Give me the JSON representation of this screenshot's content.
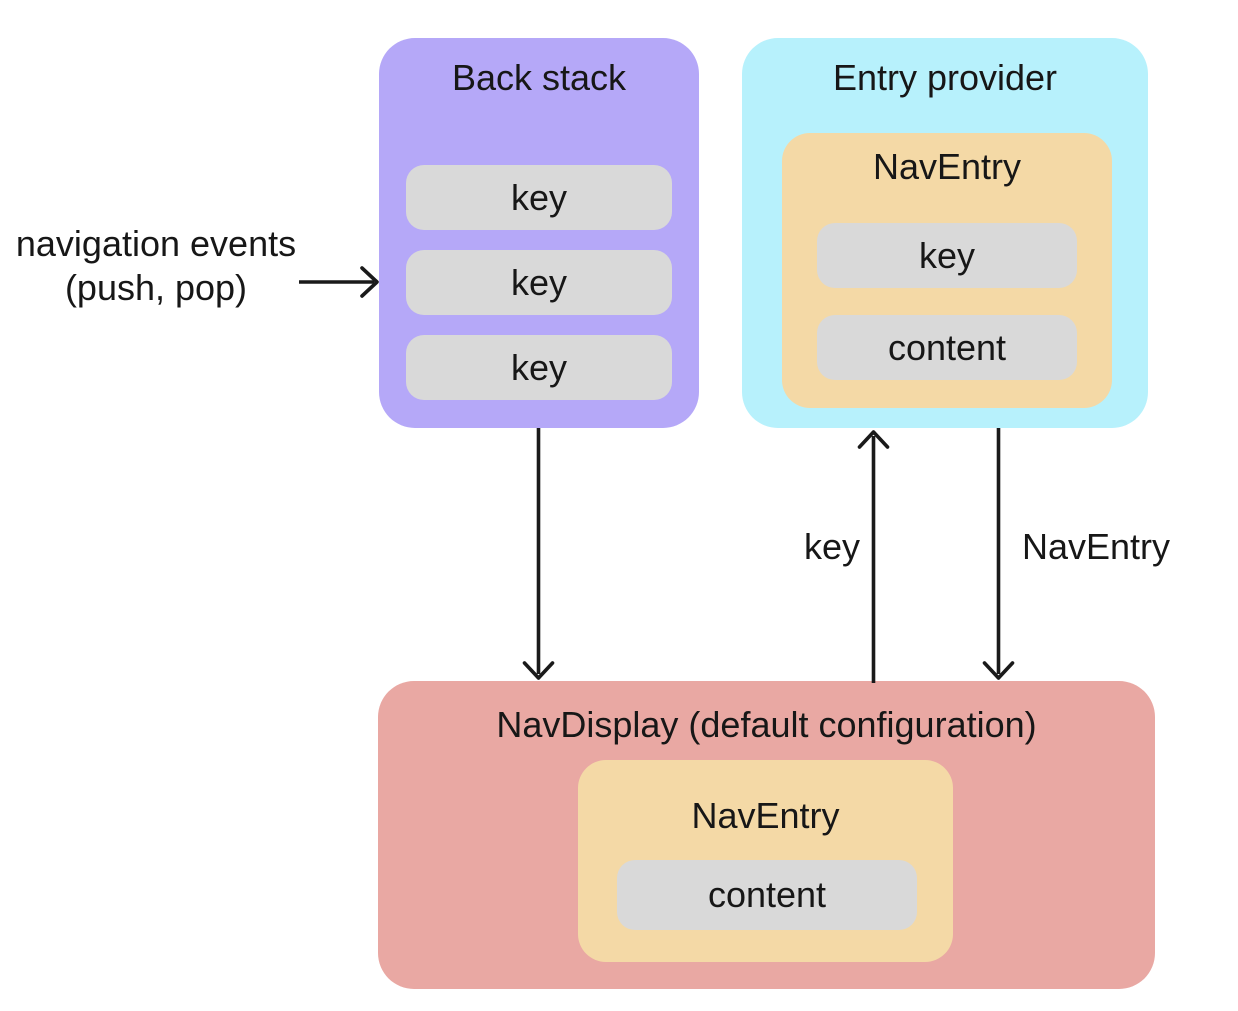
{
  "colors": {
    "purple": "#b5a8f8",
    "cyan": "#b7f1fc",
    "orange": "#f4d9a6",
    "gray": "#d9d9d9",
    "pink": "#e9a8a3",
    "text": "#171717",
    "arrow": "#1a1a1a"
  },
  "side_label": {
    "line1": "navigation events",
    "line2": "(push, pop)"
  },
  "back_stack": {
    "title": "Back stack",
    "keys": [
      "key",
      "key",
      "key"
    ]
  },
  "entry_provider": {
    "title": "Entry provider",
    "nav_entry": {
      "title": "NavEntry",
      "key_label": "key",
      "content_label": "content"
    }
  },
  "nav_display": {
    "title": "NavDisplay (default configuration)",
    "nav_entry": {
      "title": "NavEntry",
      "content_label": "content"
    }
  },
  "arrow_labels": {
    "key": "key",
    "nav_entry": "NavEntry"
  }
}
